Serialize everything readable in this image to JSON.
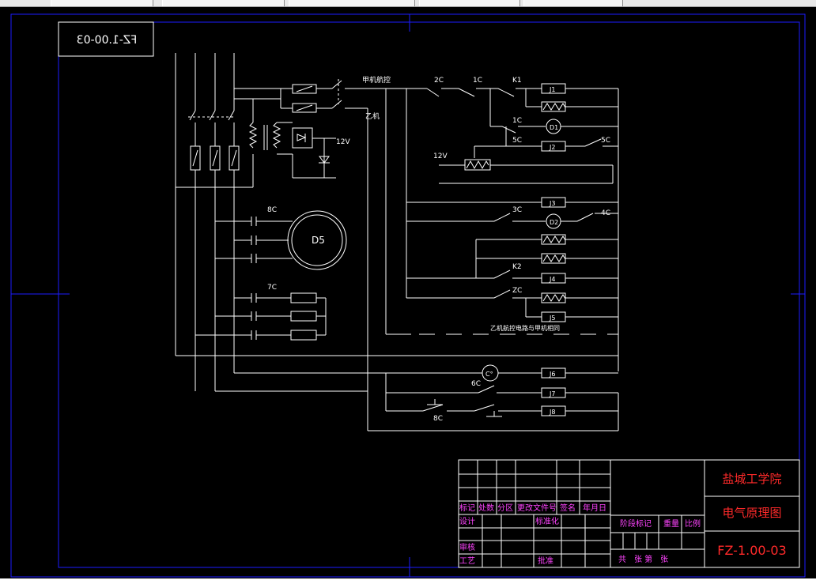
{
  "drawing": {
    "mirrored_code": "FZ-1.00-03",
    "labels": {
      "switch_a": "甲机航控",
      "switch_b": "乙机",
      "c2": "2C",
      "c1a": "1C",
      "k1": "K1",
      "j1": "J1",
      "c1b": "1C",
      "d1": "D1",
      "c5a": "5C",
      "j2": "J2",
      "c5b": "5C",
      "v12a": "12V",
      "v12b": "12V",
      "c8": "8C",
      "d5": "D5",
      "c7": "7C",
      "j3": "J3",
      "c3": "3C",
      "d2": "D2",
      "c4": "4C",
      "k2": "K2",
      "j4": "J4",
      "zc": "ZC",
      "j5": "J5",
      "note": "乙机航控电路与甲机相同",
      "ct": "C°",
      "j6": "J6",
      "c6": "6C",
      "j7": "J7",
      "c8b": "8C",
      "j8": "J8"
    }
  },
  "title_block": {
    "school": "盐城工学院",
    "title": "电气原理图",
    "code": "FZ-1.00-03",
    "cells": {
      "mark": "标记",
      "count": "处数",
      "zone": "分区",
      "doc": "更改文件号",
      "sign": "签名",
      "date": "年月日",
      "design": "设计",
      "standard": "标准化",
      "stage": "阶段标记",
      "weight": "重量",
      "scale": "比例",
      "check": "审核",
      "process": "工艺",
      "approve": "批准",
      "sheets": "共　张 第　张"
    }
  },
  "colors": {
    "background": "#000000",
    "lines": "#ffffff",
    "frame": "#1c1cff",
    "title_red": "#ff2a2a",
    "table_magenta": "#ff44ff"
  }
}
